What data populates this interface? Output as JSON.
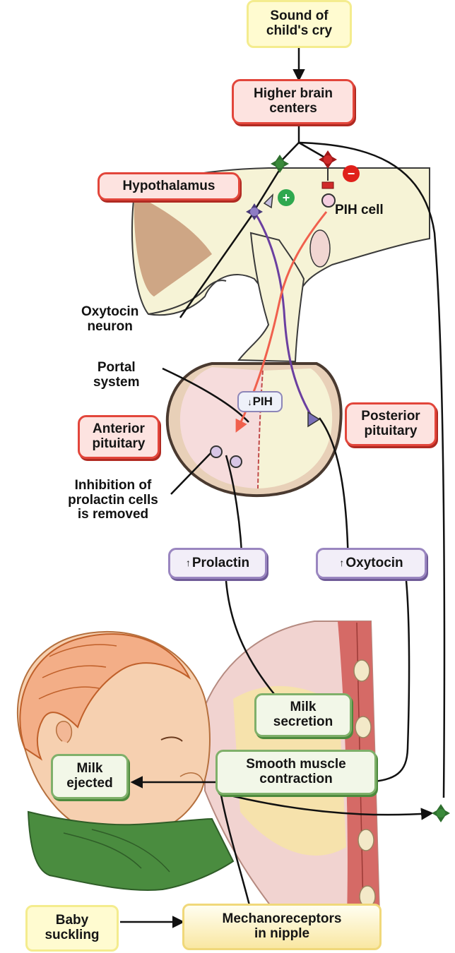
{
  "labels": {
    "sound_of_cry": "Sound of\nchild's cry",
    "higher_brain_centers": "Higher brain\ncenters",
    "hypothalamus": "Hypothalamus",
    "pih_cell": "PIH cell",
    "oxytocin_neuron": "Oxytocin\nneuron",
    "portal_system": "Portal\nsystem",
    "pih_level": "PIH",
    "anterior_pituitary": "Anterior\npituitary",
    "posterior_pituitary": "Posterior\npituitary",
    "inhibition_removed": "Inhibition of\nprolactin cells\nis removed",
    "prolactin": "Prolactin",
    "oxytocin": "Oxytocin",
    "milk_secretion": "Milk\nsecretion",
    "smooth_muscle_contraction": "Smooth muscle\ncontraction",
    "milk_ejected": "Milk\nejected",
    "baby_suckling": "Baby\nsuckling",
    "mechanoreceptors": "Mechanoreceptors\nin nipple"
  },
  "symbols": {
    "plus": "+",
    "minus": "−",
    "pih_arrow": "↓",
    "hormone_arrow": "↑"
  },
  "colors": {
    "stimulatory": "#2fa84f",
    "inhibitory": "#e0201a",
    "oxytocin_pathway": "#6b3fa0",
    "pih_pathway": "#f0604d"
  }
}
